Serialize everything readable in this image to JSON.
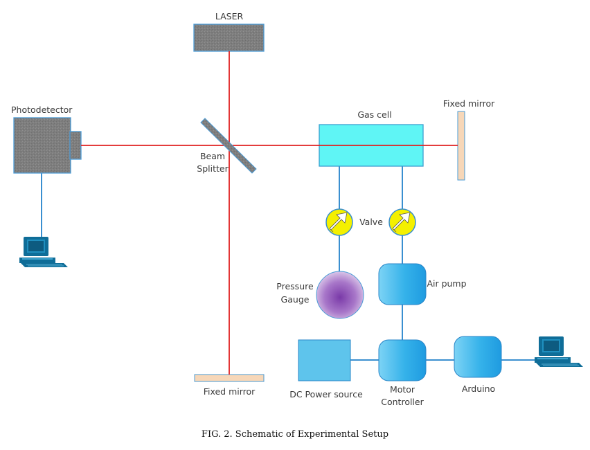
{
  "labels": {
    "laser": "LASER",
    "photodetector": "Photodetector",
    "beam_splitter_1": "Beam",
    "beam_splitter_2": "Splitter",
    "gas_cell": "Gas cell",
    "fixed_mirror_right": "Fixed mirror",
    "fixed_mirror_bottom": "Fixed mirror",
    "valve": "Valve",
    "pressure_gauge_1": "Pressure",
    "pressure_gauge_2": "Gauge",
    "air_pump": "Air pump",
    "dc_power_source": "DC Power source",
    "motor_controller_1": "Motor",
    "motor_controller_2": "Controller",
    "arduino": "Arduino"
  },
  "caption": "FIG. 2. Schematic of Experimental Setup",
  "colors": {
    "laser_beam": "#e02020",
    "link_line": "#3a8fd0",
    "device_gray": "#7d7d7d",
    "gas_cell": "#5ff5f5",
    "mirror": "#f7d7b8",
    "valve_yellow": "#f4f000",
    "gauge_purple": "#8a4fb0",
    "blue_device": "#3bb5ec",
    "dc_source": "#5ec4ec",
    "computer": "#0f6d98"
  }
}
